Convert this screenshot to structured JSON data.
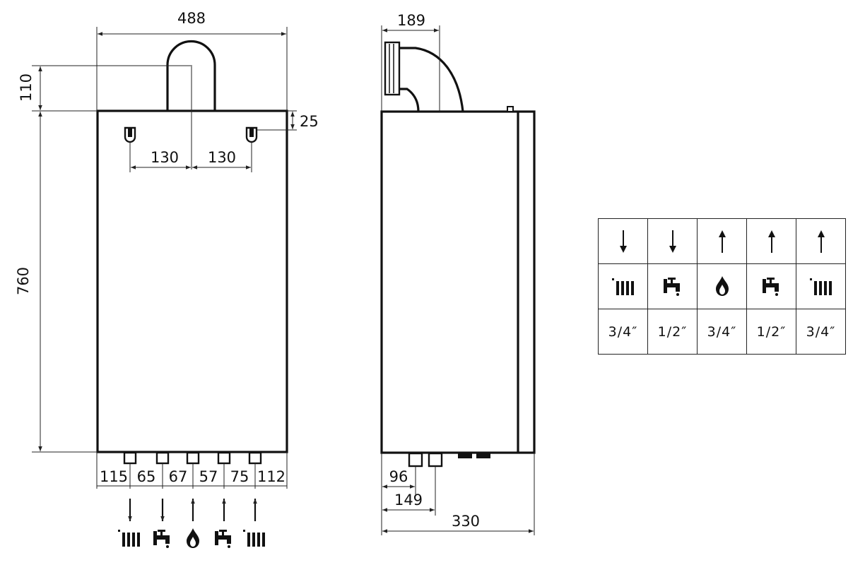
{
  "front_view": {
    "overall_width": "488",
    "flue_height": "110",
    "hook_offset": "25",
    "hook_spacing_left": "130",
    "hook_spacing_right": "130",
    "body_height": "760",
    "pipe_spacings": [
      "115",
      "65",
      "67",
      "57",
      "75",
      "112"
    ],
    "pipe_legend": [
      {
        "direction": "down",
        "icon": "radiator-icon"
      },
      {
        "direction": "down",
        "icon": "tap-icon"
      },
      {
        "direction": "up",
        "icon": "gas-flame-icon"
      },
      {
        "direction": "up",
        "icon": "tap-icon"
      },
      {
        "direction": "up",
        "icon": "radiator-icon"
      }
    ]
  },
  "side_view": {
    "flue_offset": "189",
    "pipe_offset_1": "96",
    "pipe_offset_2": "149",
    "overall_depth": "330"
  },
  "connection_table": {
    "columns": [
      {
        "direction": "down",
        "icon": "radiator-icon",
        "size": "3/4″"
      },
      {
        "direction": "down",
        "icon": "tap-icon",
        "size": "1/2″"
      },
      {
        "direction": "up",
        "icon": "gas-flame-icon",
        "size": "3/4″"
      },
      {
        "direction": "up",
        "icon": "tap-icon",
        "size": "1/2″"
      },
      {
        "direction": "up",
        "icon": "radiator-icon",
        "size": "3/4″"
      }
    ]
  }
}
